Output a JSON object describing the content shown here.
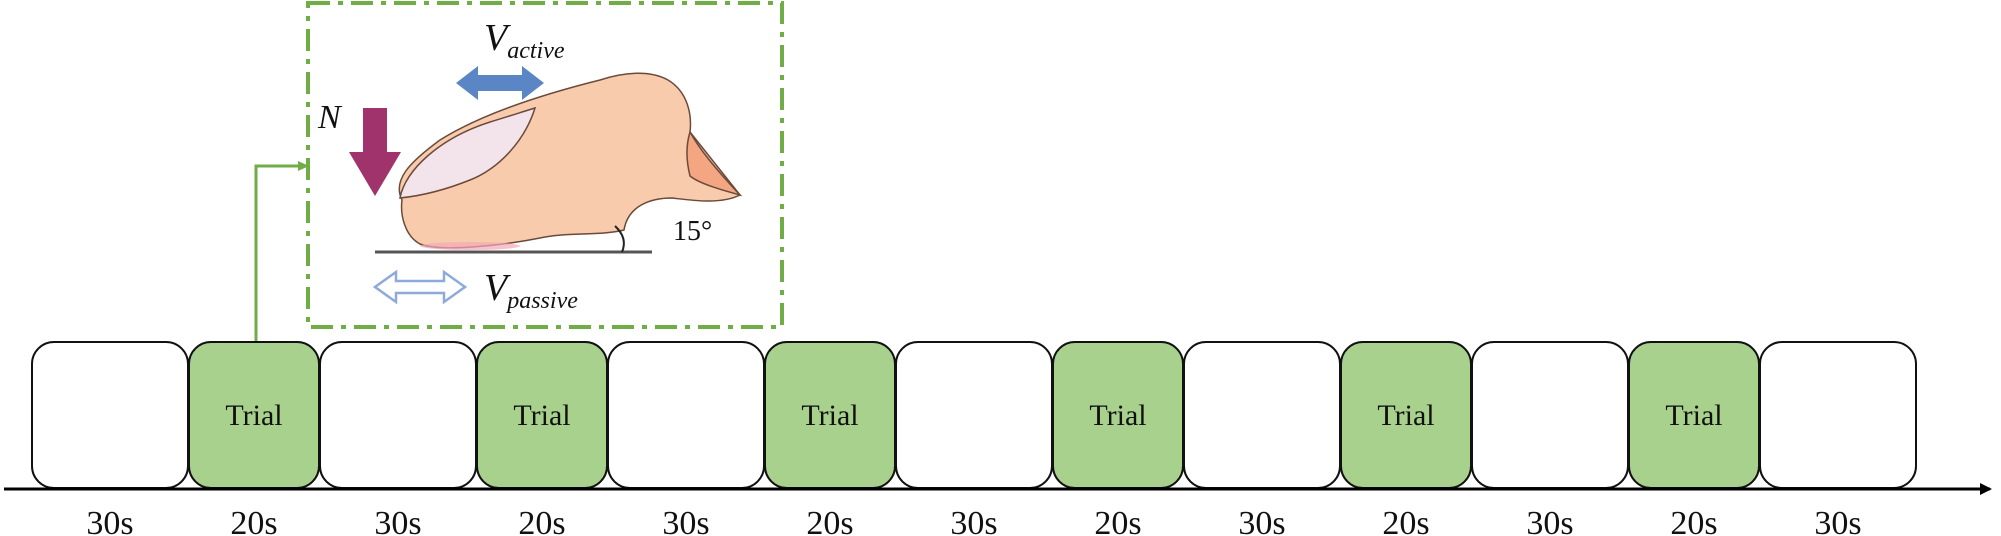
{
  "diagram": {
    "inset": {
      "force_symbol": "N",
      "active_velocity": {
        "symbol": "V",
        "subscript": "active"
      },
      "passive_velocity": {
        "symbol": "V",
        "subscript": "passive"
      },
      "angle_label": "15°"
    },
    "blocks": [
      {
        "kind": "rest",
        "label": "",
        "duration": "30s"
      },
      {
        "kind": "trial",
        "label": "Trial",
        "duration": "20s"
      },
      {
        "kind": "rest",
        "label": "",
        "duration": "30s"
      },
      {
        "kind": "trial",
        "label": "Trial",
        "duration": "20s"
      },
      {
        "kind": "rest",
        "label": "",
        "duration": "30s"
      },
      {
        "kind": "trial",
        "label": "Trial",
        "duration": "20s"
      },
      {
        "kind": "rest",
        "label": "",
        "duration": "30s"
      },
      {
        "kind": "trial",
        "label": "Trial",
        "duration": "20s"
      },
      {
        "kind": "rest",
        "label": "",
        "duration": "30s"
      },
      {
        "kind": "trial",
        "label": "Trial",
        "duration": "20s"
      },
      {
        "kind": "rest",
        "label": "",
        "duration": "30s"
      },
      {
        "kind": "trial",
        "label": "Trial",
        "duration": "20s"
      },
      {
        "kind": "rest",
        "label": "",
        "duration": "30s"
      }
    ],
    "colors": {
      "trial_fill": "#a9d18e",
      "rest_fill": "#ffffff",
      "inset_border": "#70ad47",
      "connector": "#70ad47",
      "force_arrow": "#a0336b",
      "active_arrow": "#5b86c6",
      "passive_arrow": "#8eaadb",
      "finger_skin": "#f8cbad",
      "finger_pad": "#f3e3ea",
      "nail": "#f4a582"
    }
  }
}
